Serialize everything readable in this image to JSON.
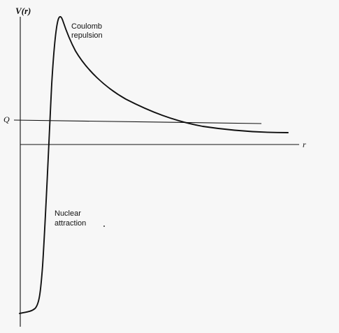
{
  "axes": {
    "y_label": "V(r)",
    "x_label": "r",
    "q_label": "Q"
  },
  "regions": {
    "coulomb_line1": "Coulomb",
    "coulomb_line2": "repulsion",
    "nuclear_line1": "Nuclear",
    "nuclear_line2": "attraction"
  }
}
